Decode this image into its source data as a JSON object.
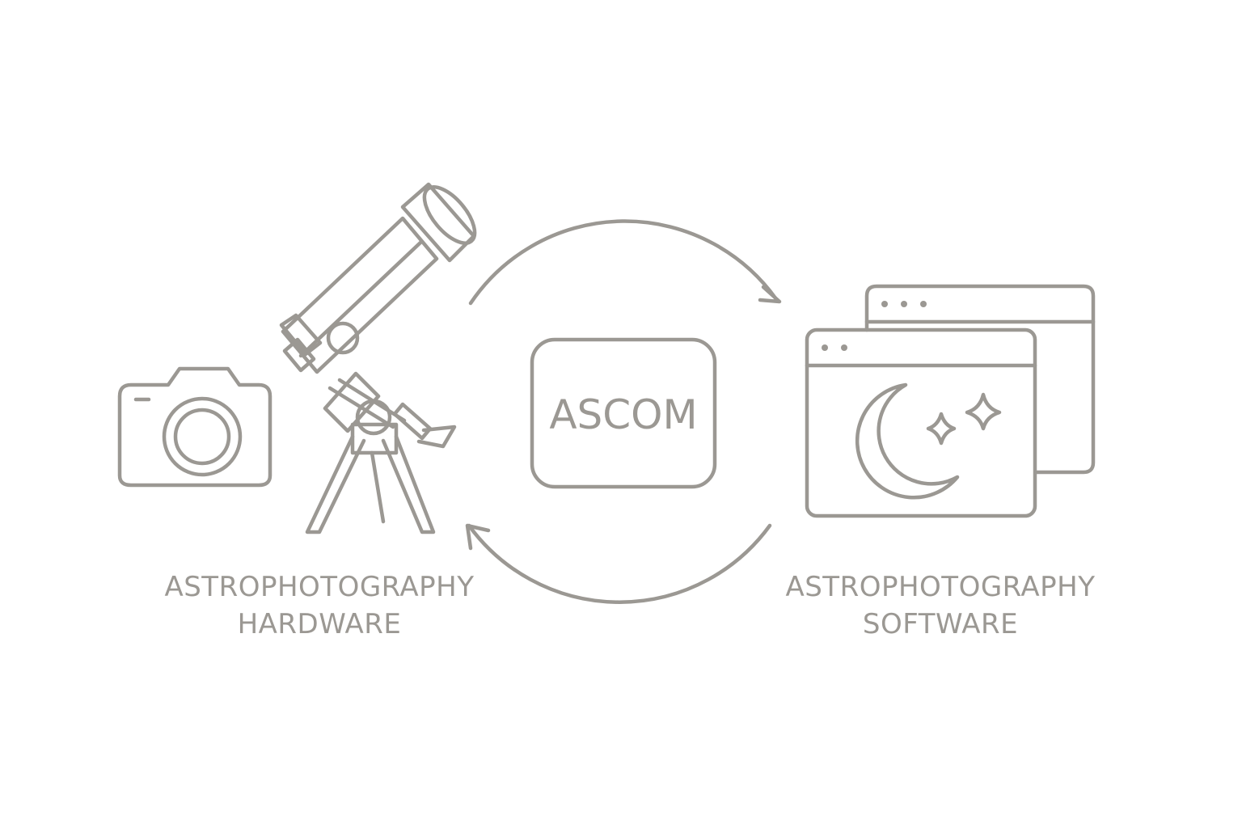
{
  "colors": {
    "stroke": "#9b9893",
    "text": "#9b9893",
    "background": "#ffffff"
  },
  "hub": {
    "label": "ASCOM"
  },
  "hardware": {
    "caption_line1": "ASTROPHOTOGRAPHY",
    "caption_line2": "HARDWARE",
    "icons": [
      "camera-icon",
      "telescope-icon"
    ]
  },
  "software": {
    "caption_line1": "ASTROPHOTOGRAPHY",
    "caption_line2": "SOFTWARE",
    "icons": [
      "app-windows-icon",
      "moon-icon",
      "sparkle-icon"
    ]
  },
  "flow": {
    "direction": "bidirectional",
    "arrows": [
      "hardware-to-software-arrow",
      "software-to-hardware-arrow"
    ]
  }
}
